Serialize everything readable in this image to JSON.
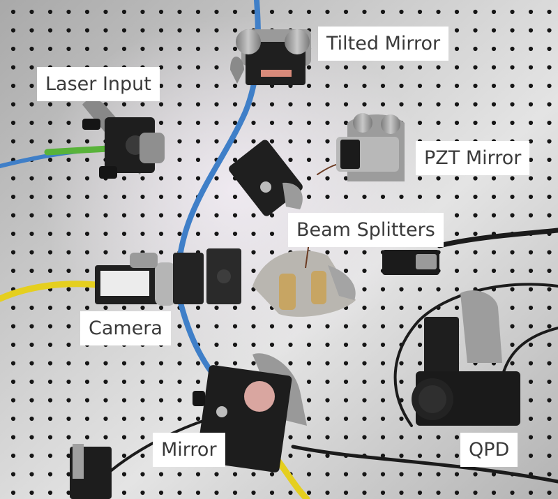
{
  "labels": {
    "tilted_mirror": "Tilted Mirror",
    "laser_input": "Laser Input",
    "pzt_mirror": "PZT Mirror",
    "beam_splitters": "Beam Splitters",
    "camera": "Camera",
    "mirror": "Mirror",
    "qpd": "QPD"
  },
  "colors": {
    "breadboard": "#c9c9c9",
    "hole": "#1a1a1a",
    "cable_blue": "#3f7fc8",
    "cable_yellow": "#e5cf1f",
    "cable_green": "#59b33a",
    "cable_black": "#1b1b1b",
    "mount_metal": "#8e8e8e",
    "mount_black": "#202020",
    "label_background": "#ffffff",
    "label_text": "#3a3a3a"
  }
}
